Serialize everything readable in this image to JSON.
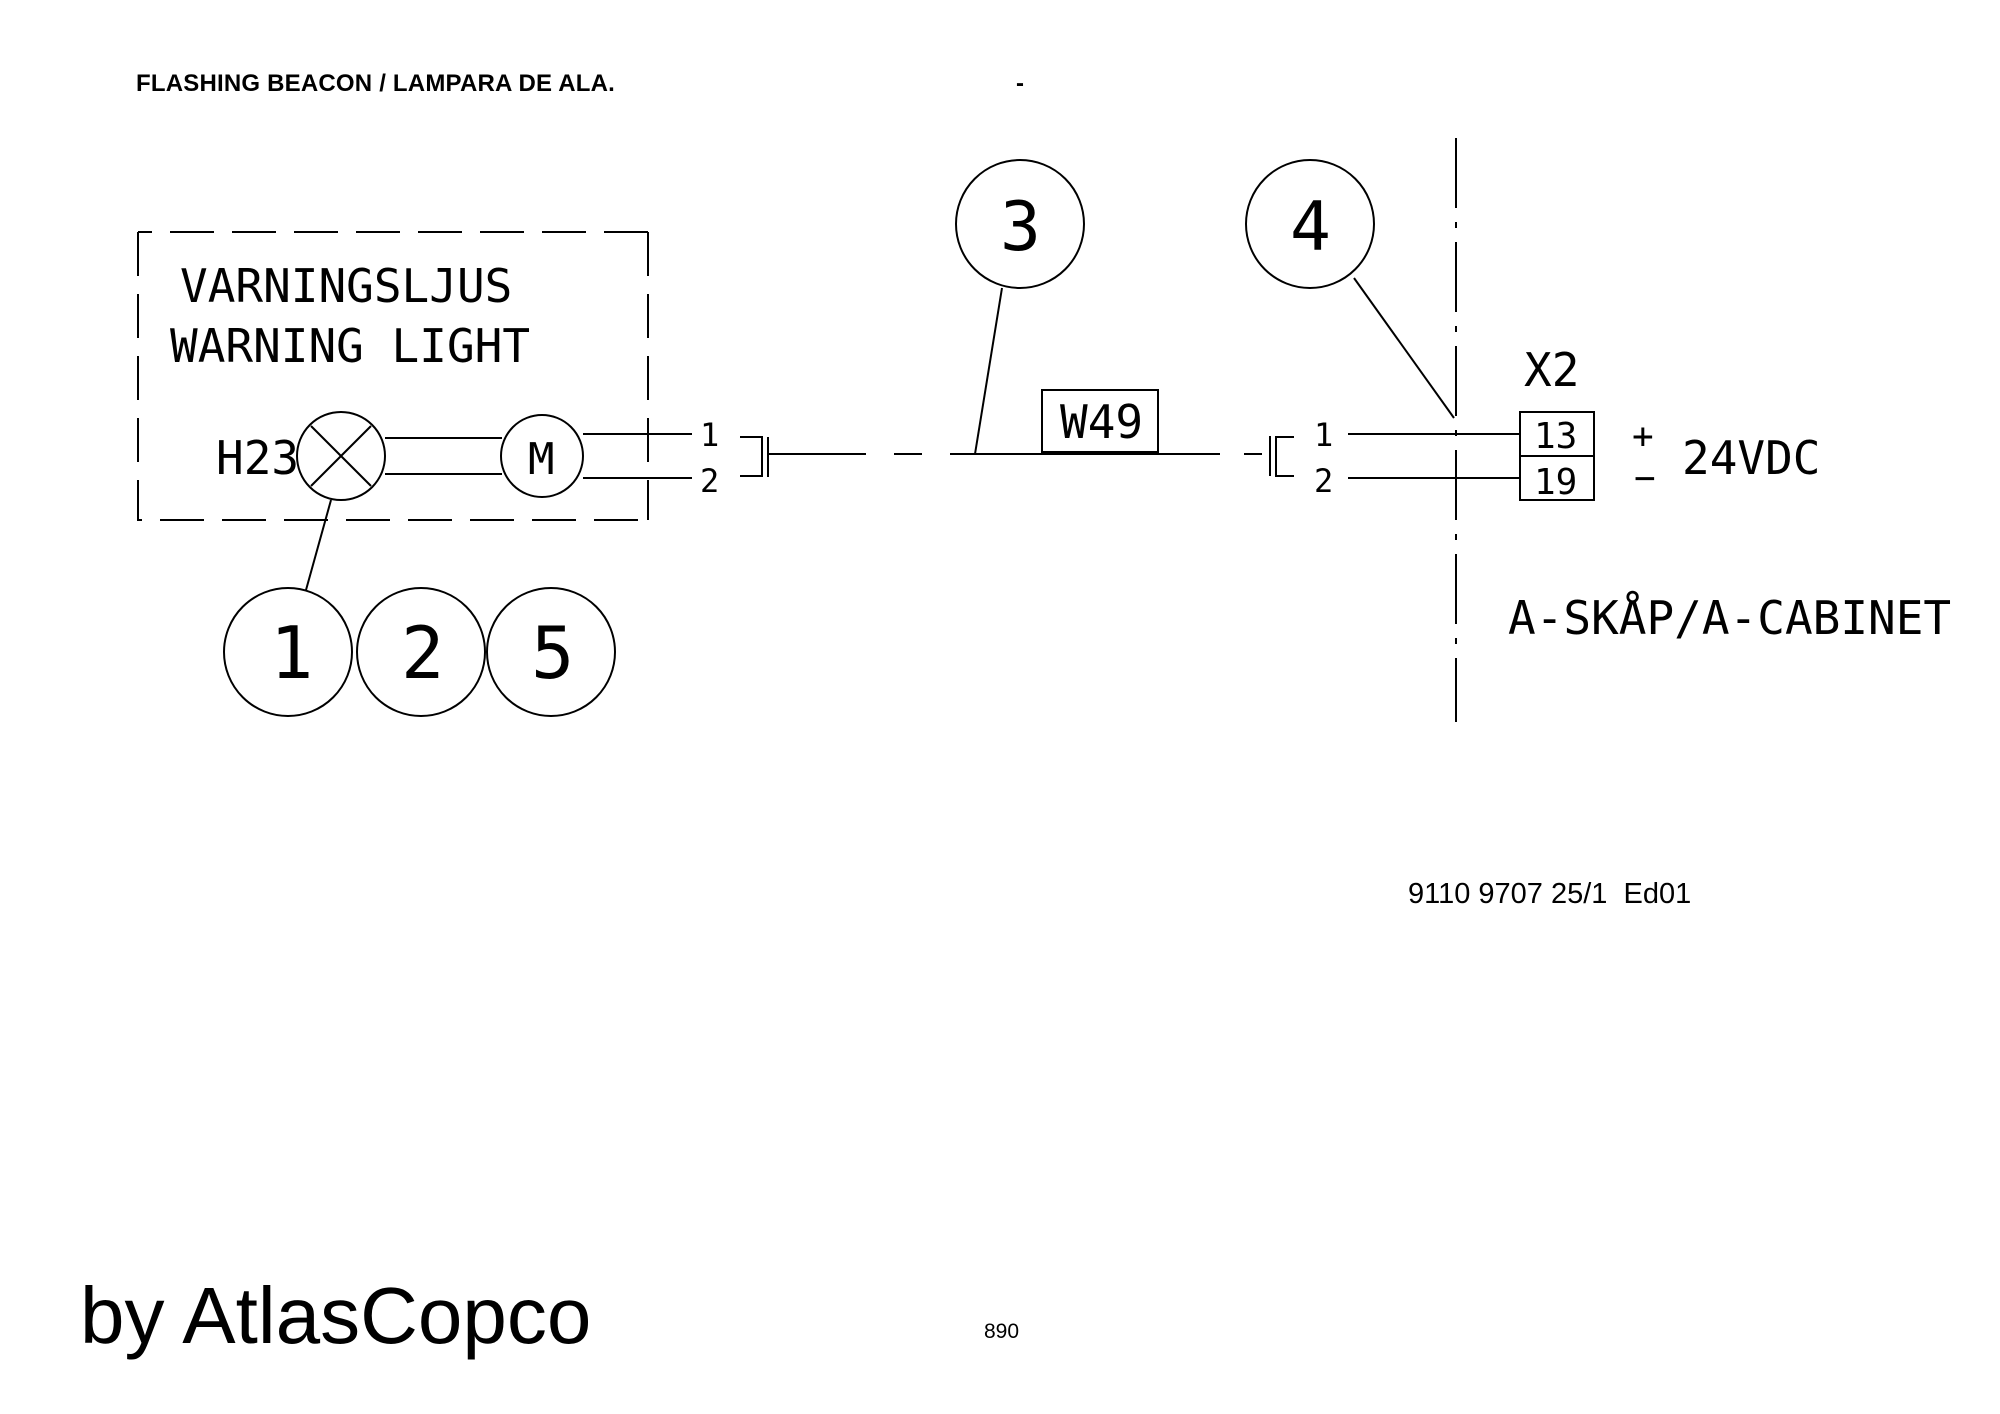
{
  "header": {
    "title": "FLASHING BEACON / LAMPARA DE ALA.",
    "separator": "-"
  },
  "diagram": {
    "warning_light_box": {
      "label_sv": "VARNINGSLJUS",
      "label_en": "WARNING LIGHT",
      "lamp_ref": "H23",
      "motor_ref": "M",
      "pins": [
        "1",
        "2"
      ]
    },
    "item_callouts": [
      "1",
      "2",
      "5",
      "3",
      "4"
    ],
    "cable": {
      "ref": "W49",
      "far_pins": [
        "1",
        "2"
      ]
    },
    "terminal": {
      "ref": "X2",
      "terminals": [
        "13",
        "19"
      ],
      "polarity_plus": "+",
      "polarity_minus": "−",
      "supply": "24VDC"
    },
    "cabinet_label": "A-SKÅP/A-CABINET"
  },
  "footer": {
    "document_number": "9110 9707 25/1  Ed01",
    "page_number": "890",
    "brand": "by AtlasCopco"
  }
}
